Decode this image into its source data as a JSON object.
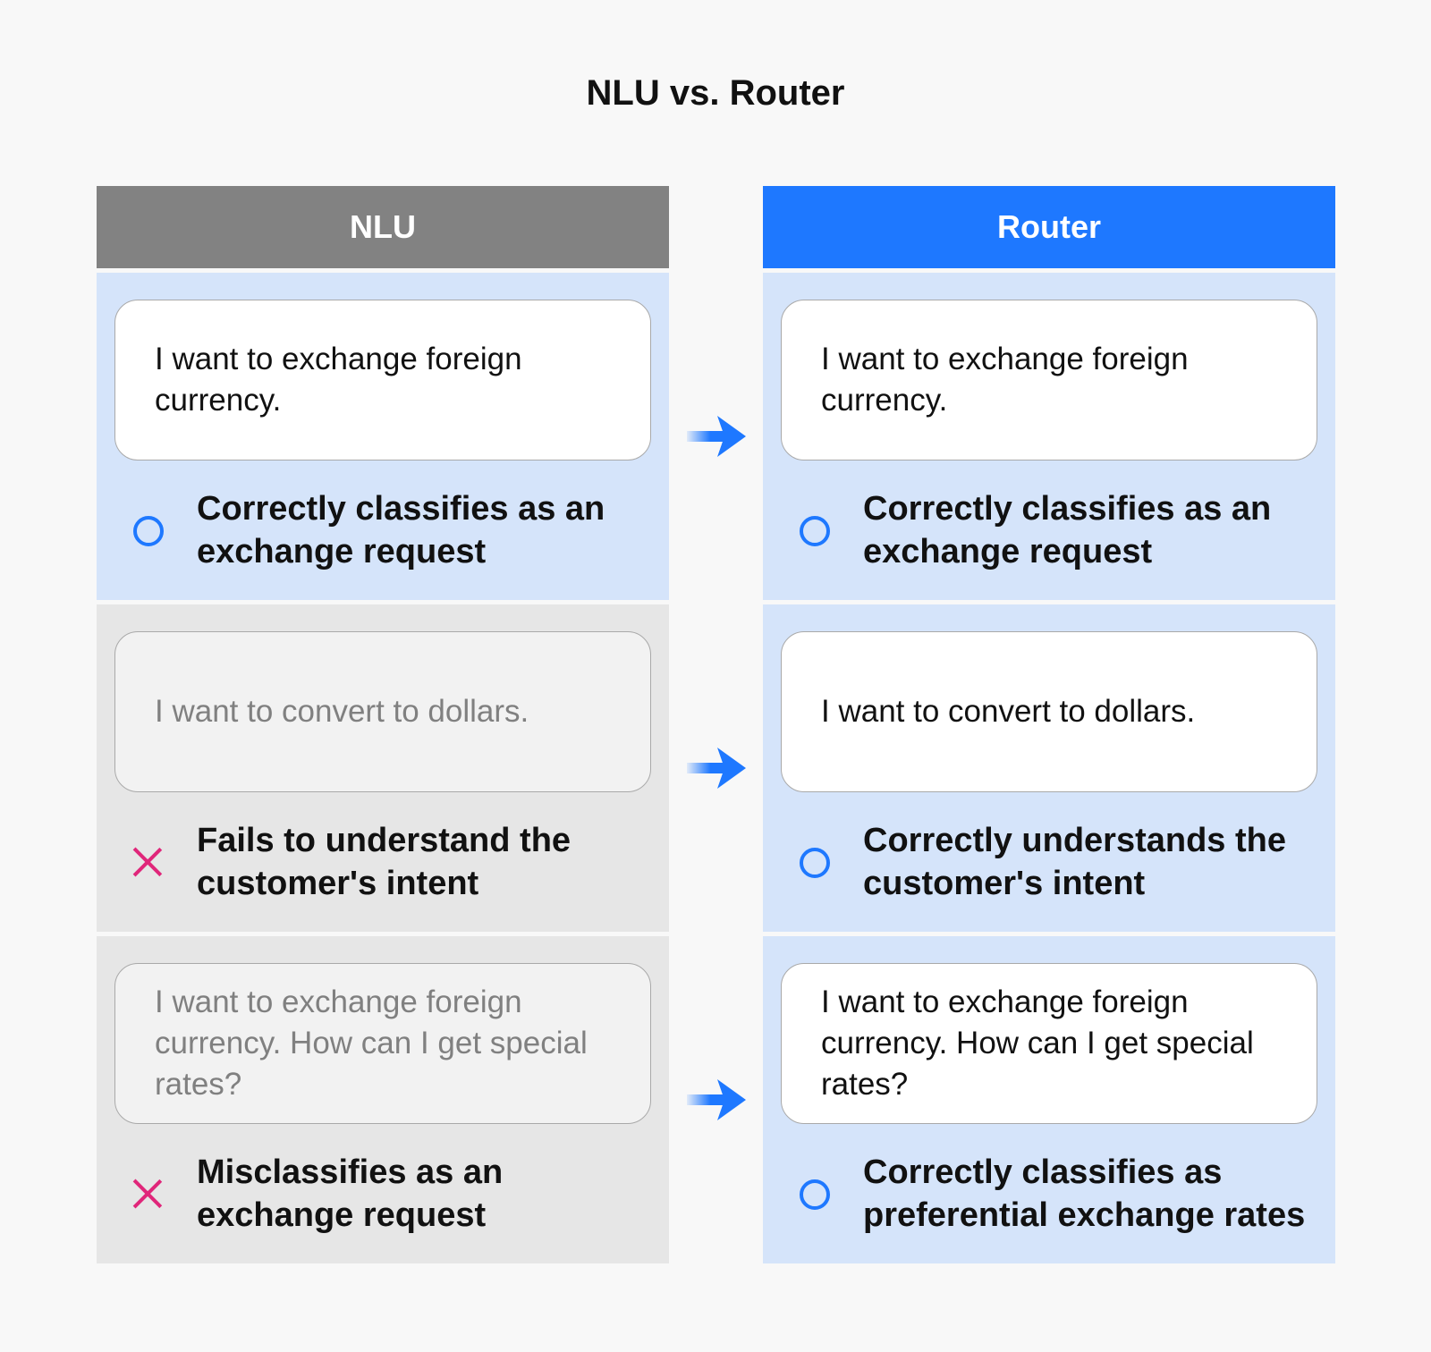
{
  "title": "NLU vs. Router",
  "colors": {
    "nlu_header": "#828282",
    "router_header": "#1e78ff",
    "panel_blue": "#d5e4fa",
    "panel_gray": "#e6e6e6",
    "check_blue": "#1e78ff",
    "cross_pink": "#e0267a"
  },
  "nlu": {
    "header": "NLU",
    "rows": [
      {
        "utterance": "I want to exchange foreign currency.",
        "result": "Correctly classifies as an exchange request",
        "status": "correct",
        "result_icon": "circle-check-icon"
      },
      {
        "utterance": "I want to convert to dollars.",
        "result": "Fails to understand the customer's intent",
        "status": "fail",
        "result_icon": "cross-icon"
      },
      {
        "utterance": "I want to exchange foreign currency. How can I get special rates?",
        "result": "Misclassifies as an exchange request",
        "status": "fail",
        "result_icon": "cross-icon"
      }
    ]
  },
  "router": {
    "header": "Router",
    "rows": [
      {
        "utterance": "I want to exchange foreign currency.",
        "result": "Correctly classifies as an exchange request",
        "status": "correct",
        "result_icon": "circle-check-icon"
      },
      {
        "utterance": "I want to convert to dollars.",
        "result": "Correctly understands the customer's intent",
        "status": "correct",
        "result_icon": "circle-check-icon"
      },
      {
        "utterance": "I want to exchange foreign currency. How can I get special rates?",
        "result": "Correctly classifies as preferential exchange rates",
        "status": "correct",
        "result_icon": "circle-check-icon"
      }
    ]
  },
  "arrow_icon": "arrow-right-icon"
}
